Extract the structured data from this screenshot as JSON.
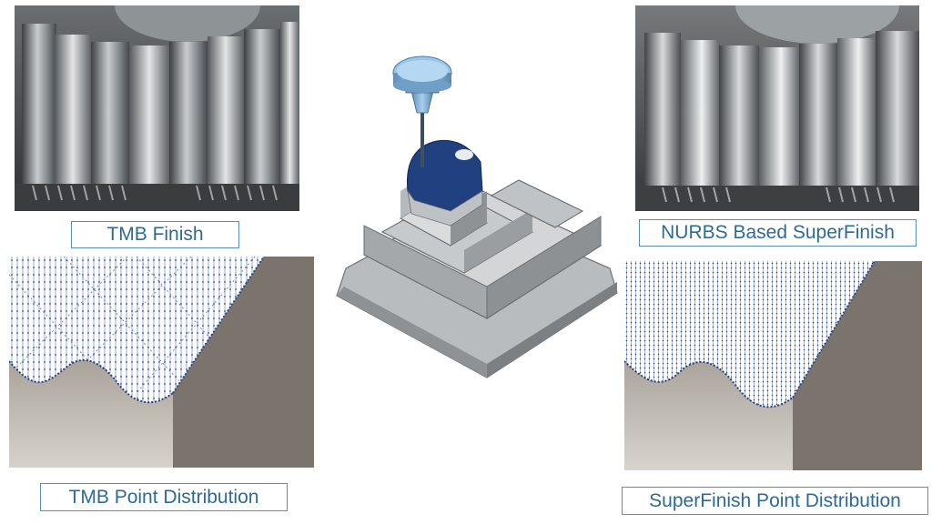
{
  "labels": {
    "tmb_finish": "TMB Finish",
    "nurbs_finish": "NURBS Based SuperFinish",
    "tmb_points": "TMB Point Distribution",
    "superfinish_points": "SuperFinish Point Distribution"
  },
  "colors": {
    "label_text": "#2f6a93",
    "label_border": "#5b8fb4",
    "toolpath_blue": "#1f3f86",
    "spindle_blue": "#8dbbe0",
    "wall_gray": "#7a736b"
  }
}
